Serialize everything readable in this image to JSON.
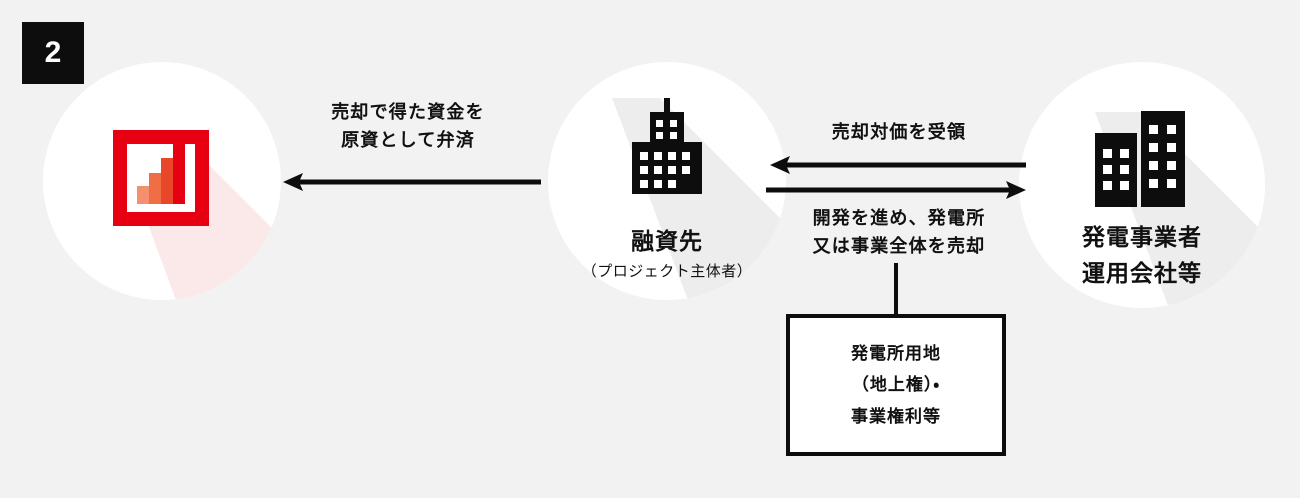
{
  "step": {
    "number": "2"
  },
  "nodes": {
    "left": {
      "icon": "bar-chart-icon",
      "bars": [
        {
          "height_pct": 30,
          "color": "#f29070"
        },
        {
          "height_pct": 52,
          "color": "#ef6e45"
        },
        {
          "height_pct": 76,
          "color": "#e8472a"
        },
        {
          "height_pct": 100,
          "color": "#e60012"
        }
      ],
      "frame_color": "#e60012"
    },
    "middle": {
      "icon": "tower-building-icon",
      "primary_label": "融資先",
      "secondary_label": "（プロジェクト主体者）"
    },
    "right": {
      "icon": "two-buildings-icon",
      "primary_label": "発電事業者",
      "secondary_label": "運用会社等"
    }
  },
  "flows": {
    "repayment": {
      "caption_line1": "売却で得た資金を",
      "caption_line2": "原資として弁済",
      "direction": "left"
    },
    "proceeds": {
      "caption": "売却対価を受領",
      "direction": "left"
    },
    "sale": {
      "caption_line1": "開発を進め、発電所",
      "caption_line2": "又は事業全体を売却",
      "direction": "right"
    }
  },
  "asset_box": {
    "line1": "発電所用地",
    "line2": "（地上権）・",
    "line3": "事業権利等"
  },
  "colors": {
    "background": "#f2f2f2",
    "circle": "#ffffff",
    "ink": "#0d0d0d",
    "accent_red": "#e60012",
    "shadow_red": "#fcecec",
    "shadow_gray": "#ededed"
  }
}
